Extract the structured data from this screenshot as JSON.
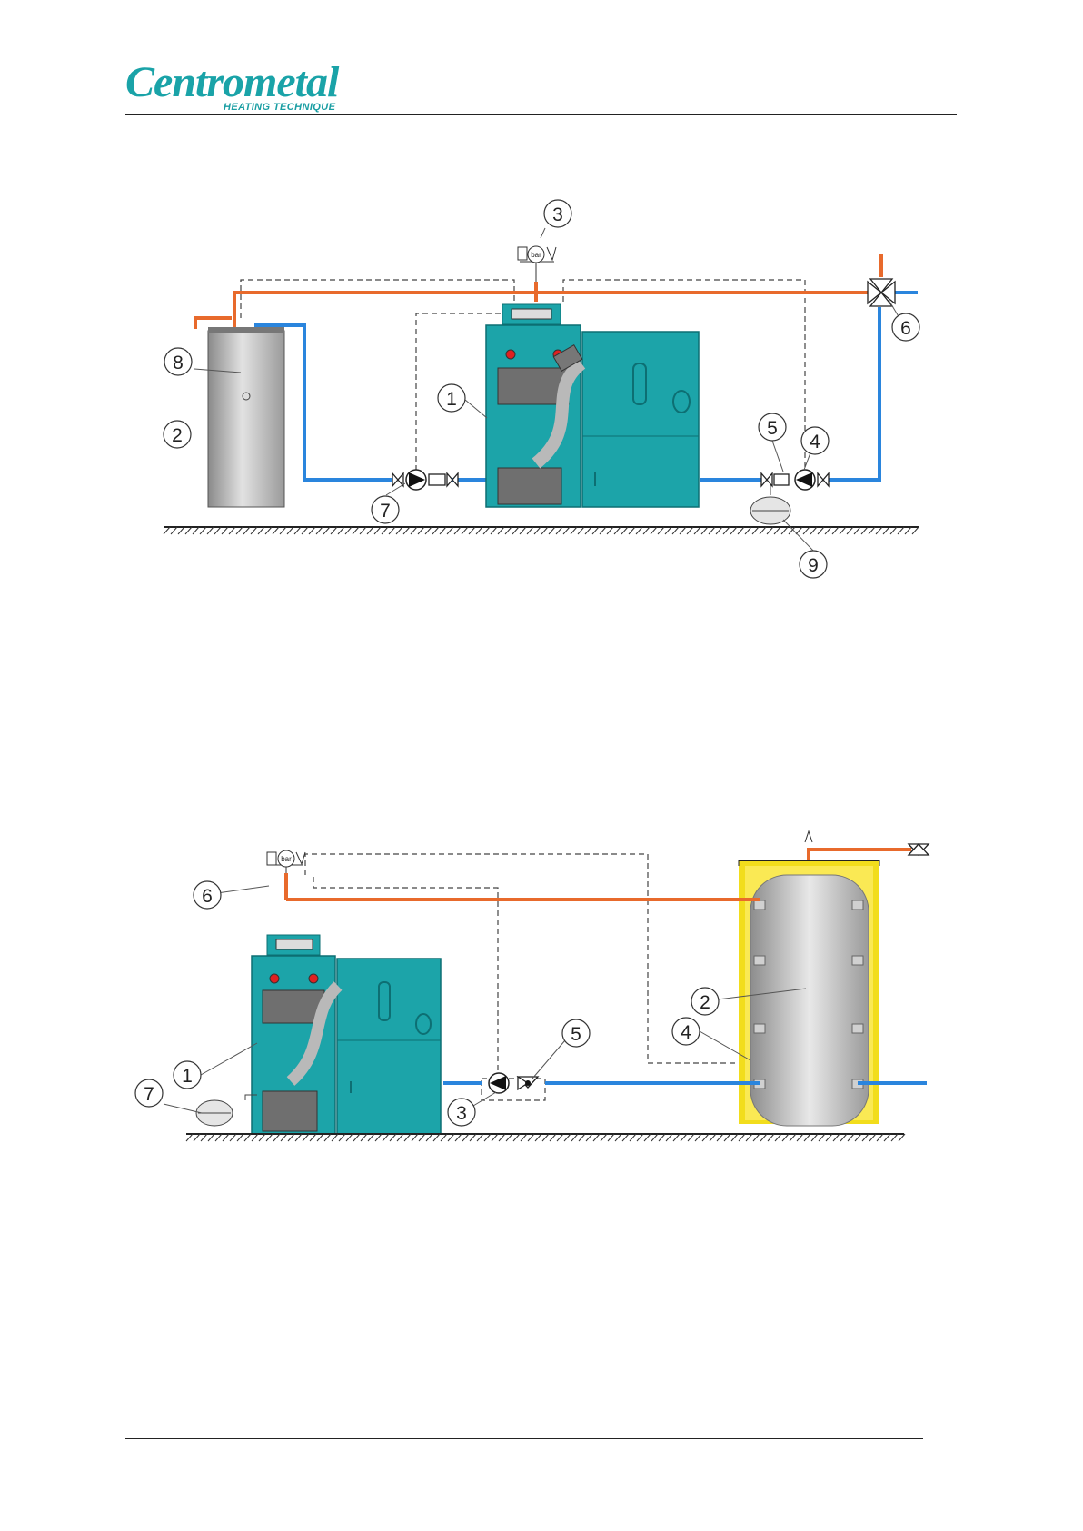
{
  "brand": {
    "name": "Centrometal",
    "tagline": "HEATING TECHNIQUE",
    "colors": {
      "brand": "#1aa3a8",
      "hot_pipe": "#e86a2c",
      "cold_pipe": "#2a85dd",
      "boiler": "#1ca4a9",
      "insulation": "#f2dd1c"
    }
  },
  "diagram_1": {
    "callouts": [
      "1",
      "2",
      "3",
      "4",
      "5",
      "6",
      "7",
      "8",
      "9"
    ],
    "gauge_label": "bar"
  },
  "diagram_2": {
    "callouts": [
      "1",
      "2",
      "3",
      "4",
      "5",
      "6",
      "7"
    ],
    "gauge_label": "bar"
  }
}
